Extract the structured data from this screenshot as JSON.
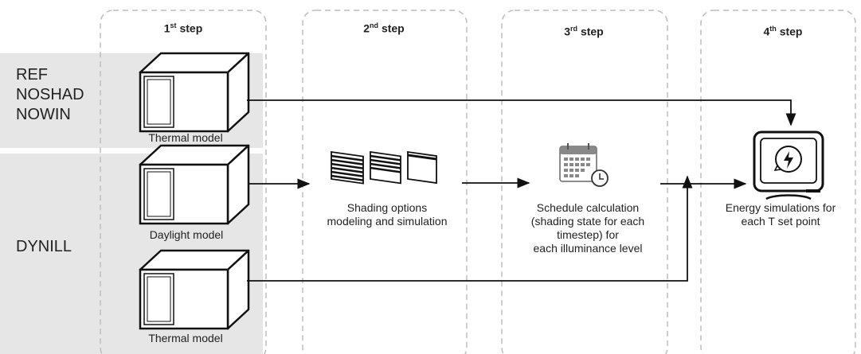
{
  "steps": [
    {
      "num": "1",
      "sup": "st",
      "word": "step"
    },
    {
      "num": "2",
      "sup": "nd",
      "word": "step"
    },
    {
      "num": "3",
      "sup": "rd",
      "word": "step"
    },
    {
      "num": "4",
      "sup": "th",
      "word": "step"
    }
  ],
  "groups": {
    "top": [
      "REF",
      "NOSHAD",
      "NOWIN"
    ],
    "bottom": "DYNILL"
  },
  "models": {
    "thermal_top": "Thermal model",
    "daylight": "Daylight model",
    "thermal_bottom": "Thermal model"
  },
  "captions": {
    "shading": [
      "Shading options",
      "modeling and simulation"
    ],
    "schedule": [
      "Schedule calculation",
      "(shading state for each",
      "timestep) for",
      "each illuminance level"
    ],
    "energy": [
      "Energy simulations for",
      "each T set point"
    ]
  },
  "icons": [
    "box-model-icon",
    "shading-panels-icon",
    "calendar-clock-icon",
    "energy-monitor-icon"
  ]
}
